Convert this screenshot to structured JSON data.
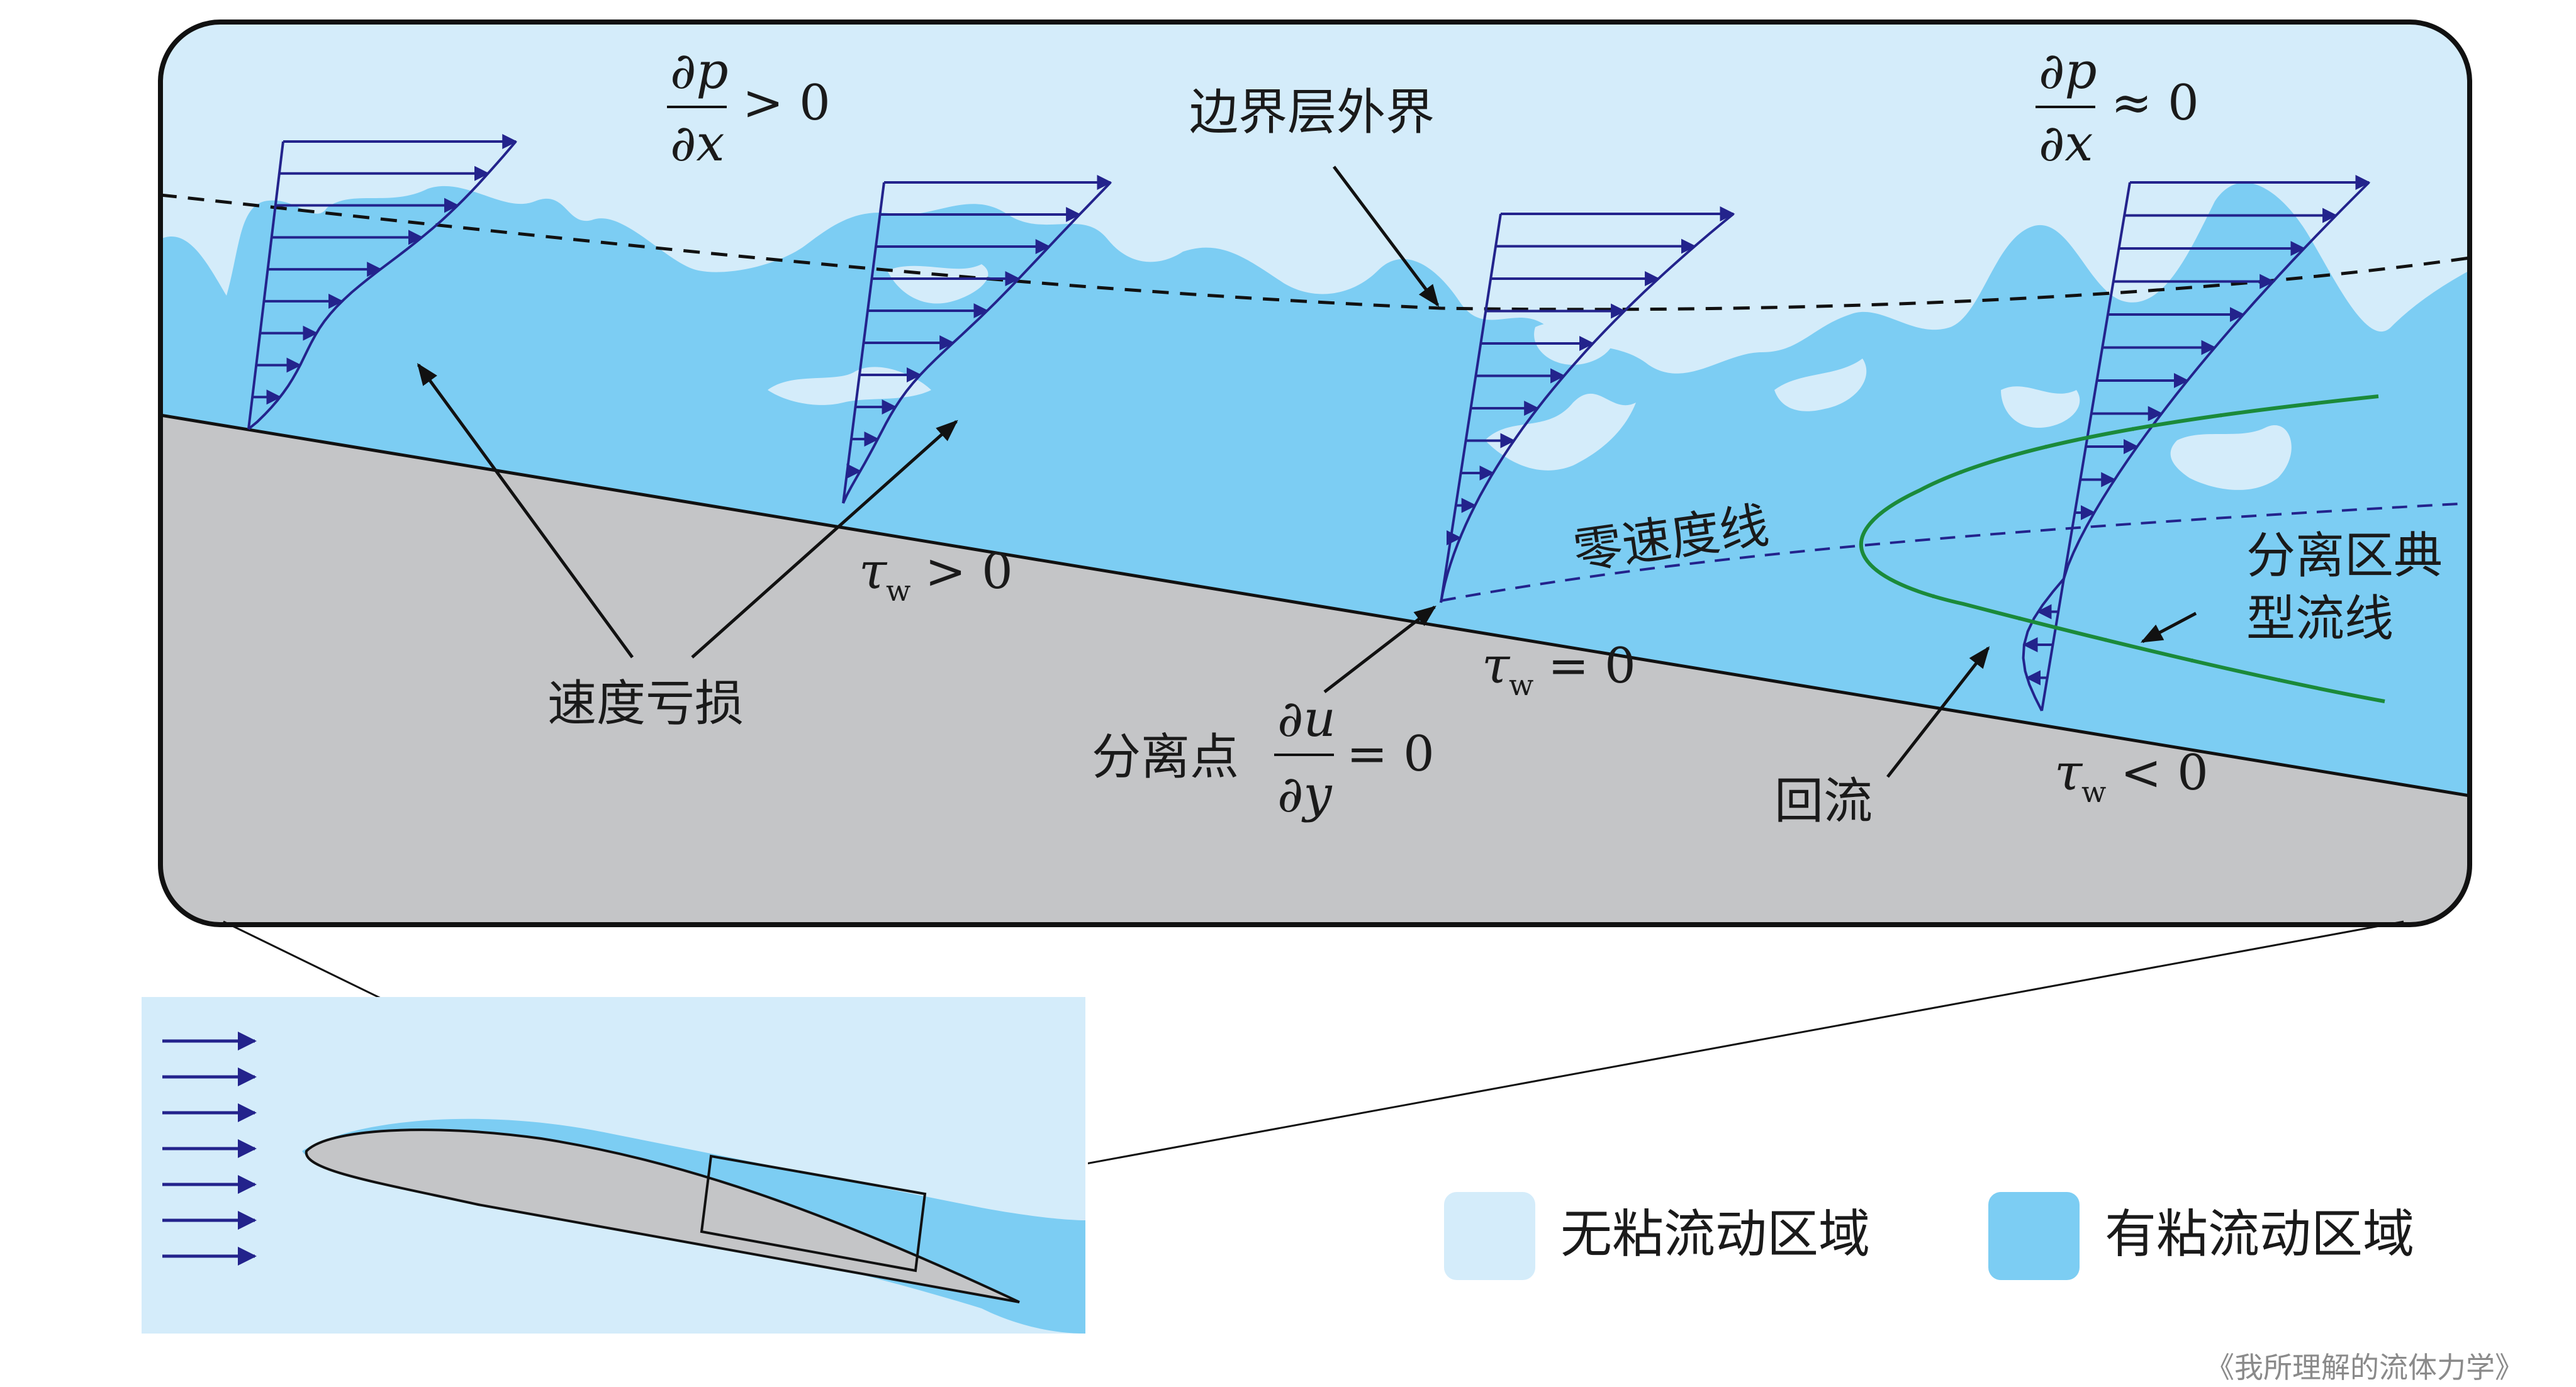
{
  "labels": {
    "boundary_layer_edge": "边界层外界",
    "velocity_deficit": "速度亏损",
    "separation_point": "分离点",
    "zero_velocity_line": "零速度线",
    "typical_streamline": [
      "分离区典",
      "型流线"
    ],
    "backflow": "回流"
  },
  "math": {
    "dpdx_gt": {
      "num": "∂p",
      "den": "∂x",
      "rel": "> 0"
    },
    "dpdx_approx": {
      "num": "∂p",
      "den": "∂x",
      "rel": "≈ 0"
    },
    "dudy": {
      "num": "∂u",
      "den": "∂y",
      "rel": "= 0"
    },
    "tau_gt": {
      "sym": "τ",
      "sub": "w",
      "rel": "> 0"
    },
    "tau_eq": {
      "sym": "τ",
      "sub": "w",
      "rel": "= 0"
    },
    "tau_lt": {
      "sym": "τ",
      "sub": "w",
      "rel": "< 0"
    }
  },
  "legend": [
    {
      "label": "无粘流动区域",
      "color": "#d4ecfa"
    },
    {
      "label": "有粘流动区域",
      "color": "#7ccdf3"
    }
  ],
  "credit": "《我所理解的流体力学》",
  "colors": {
    "inviscid": "#d4ecfa",
    "viscous": "#7ccdf3",
    "wall": "#c4c5c7",
    "profile_arrows": "#23238c",
    "streamline": "#1b8a3a",
    "frame": "#111111"
  },
  "icons": [
    "velocity-profile-arrow-icon",
    "streamline-arrow-icon",
    "freestream-arrow-icon"
  ]
}
